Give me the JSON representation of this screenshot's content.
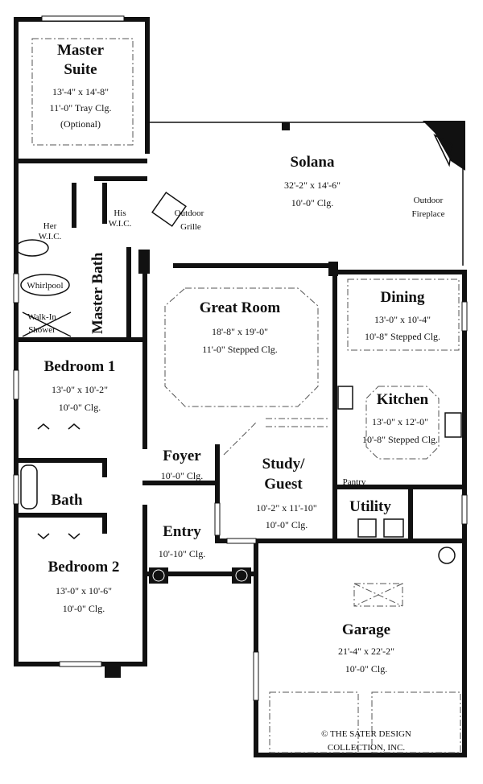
{
  "rooms": {
    "master_suite": {
      "name1": "Master",
      "name2": "Suite",
      "size": "13'-4\" x  14'-8\"",
      "ceiling": "11'-0\" Tray Clg.",
      "note": "(Optional)"
    },
    "solana": {
      "name": "Solana",
      "size": "32'-2\" x  14'-6\"",
      "ceiling": "10'-0\" Clg."
    },
    "her_wic": {
      "name1": "Her",
      "name2": "W.I.C."
    },
    "his_wic": {
      "name1": "His",
      "name2": "W.I.C."
    },
    "outdoor_grille": {
      "name1": "Outdoor",
      "name2": "Grille"
    },
    "outdoor_fireplace": {
      "name1": "Outdoor",
      "name2": "Fireplace"
    },
    "master_bath": {
      "name": "Master Bath"
    },
    "whirlpool": {
      "name": "Whirlpool"
    },
    "walk_in_shower": {
      "name1": "Walk-In",
      "name2": "Shower"
    },
    "great_room": {
      "name": "Great Room",
      "size": "18'-8\" x  19'-0\"",
      "ceiling": "11'-0\" Stepped Clg."
    },
    "dining": {
      "name": "Dining",
      "size": "13'-0\" x  10'-4\"",
      "ceiling": "10'-8\" Stepped Clg."
    },
    "bedroom1": {
      "name": "Bedroom 1",
      "size": "13'-0\" x  10'-2\"",
      "ceiling": "10'-0\" Clg."
    },
    "kitchen": {
      "name": "Kitchen",
      "size": "13'-0\" x  12'-0\"",
      "ceiling": "10'-8\" Stepped Clg."
    },
    "foyer": {
      "name": "Foyer",
      "ceiling": "10'-0\" Clg."
    },
    "study": {
      "name1": "Study/",
      "name2": "Guest",
      "size": "10'-2\" x  11'-10\"",
      "ceiling": "10'-0\" Clg."
    },
    "pantry": {
      "name": "Pantry"
    },
    "bath": {
      "name": "Bath"
    },
    "utility": {
      "name": "Utility"
    },
    "entry": {
      "name": "Entry",
      "ceiling": "10'-10\" Clg."
    },
    "bedroom2": {
      "name": "Bedroom 2",
      "size": "13'-0\" x  10'-6\"",
      "ceiling": "10'-0\" Clg."
    },
    "garage": {
      "name": "Garage",
      "size": "21'-4\" x  22'-2\"",
      "ceiling": "10'-0\" Clg."
    }
  },
  "copyright": {
    "line1": "© THE SATER DESIGN",
    "line2": "COLLECTION, INC."
  }
}
